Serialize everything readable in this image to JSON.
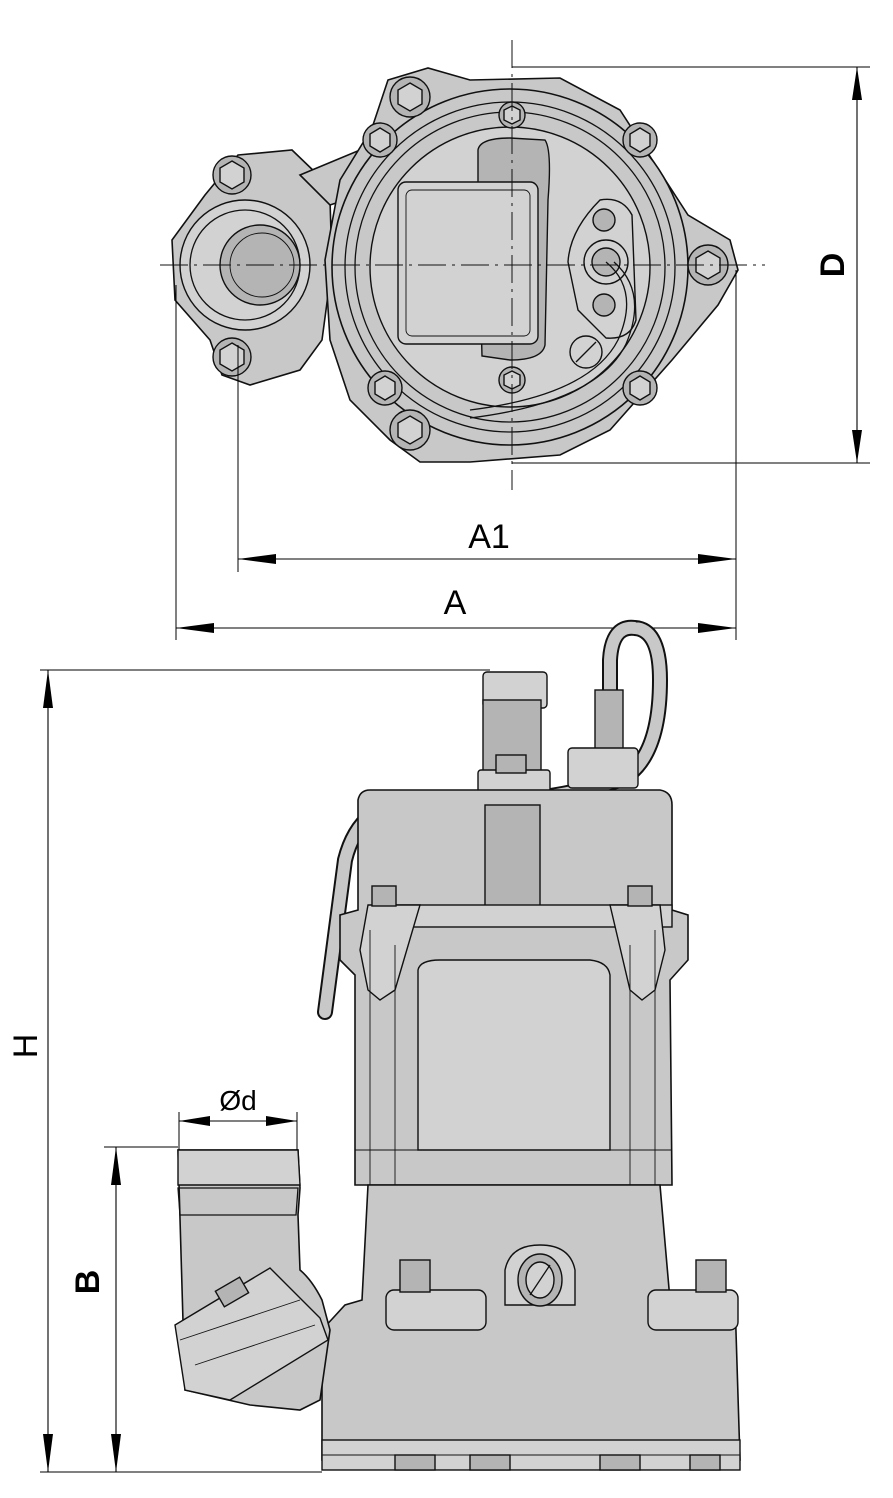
{
  "dimensions": {
    "A": "A",
    "A1": "A1",
    "D": "D",
    "H": "H",
    "B": "B",
    "d": "Ød"
  },
  "colors": {
    "body": "#c8c8c8",
    "line": "#111111",
    "background": "#ffffff"
  }
}
